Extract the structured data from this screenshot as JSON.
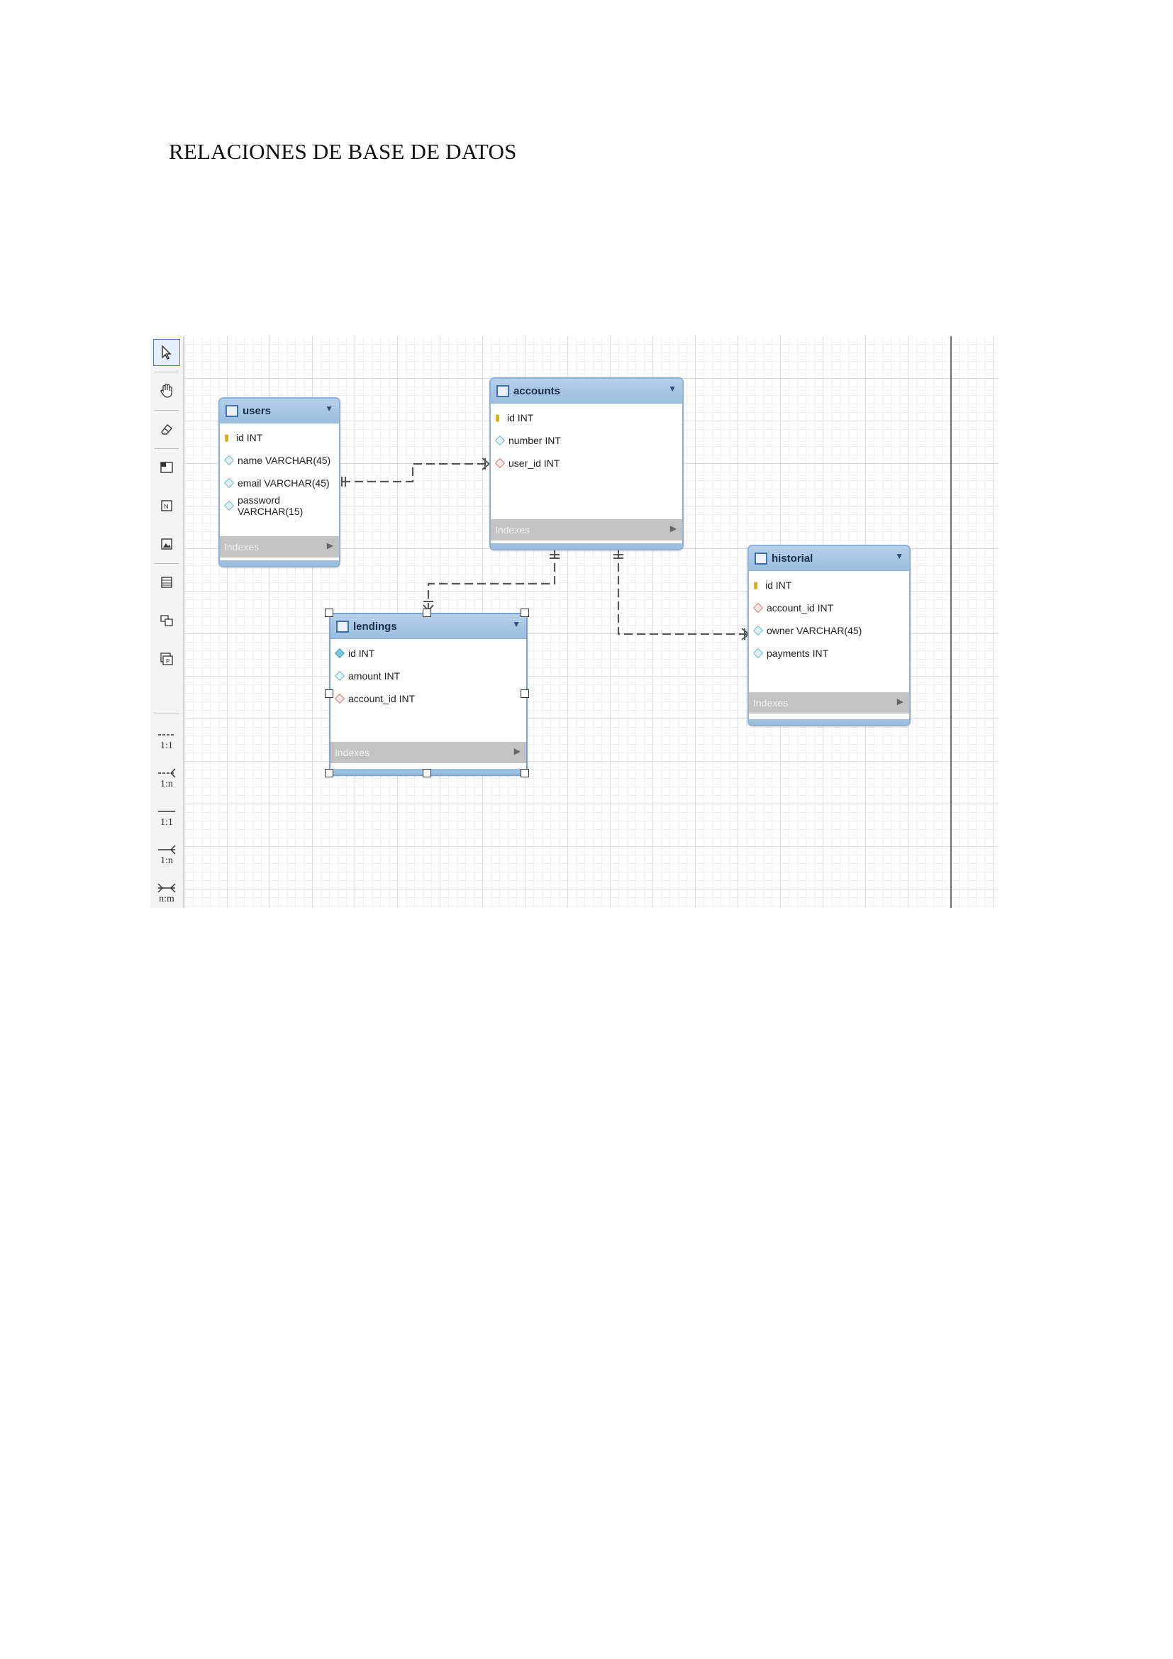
{
  "document": {
    "title": "RELACIONES DE BASE DE DATOS"
  },
  "toolbar": {
    "tools": [
      {
        "name": "pointer-icon",
        "active": true
      },
      {
        "name": "hand-icon"
      },
      {
        "name": "eraser-icon"
      },
      {
        "name": "layer-icon"
      },
      {
        "name": "text-object-icon"
      },
      {
        "name": "image-icon"
      },
      {
        "name": "new-table-icon"
      },
      {
        "name": "new-view-icon"
      },
      {
        "name": "new-routine-group-icon"
      }
    ],
    "relationship_tools": [
      {
        "name": "non-identifying-1-1-icon",
        "label": "1:1"
      },
      {
        "name": "non-identifying-1-n-icon",
        "label": "1:n"
      },
      {
        "name": "identifying-1-1-icon",
        "label": "1:1"
      },
      {
        "name": "identifying-1-n-icon",
        "label": "1:n"
      },
      {
        "name": "n-m-icon",
        "label": "n:m"
      }
    ]
  },
  "entities": {
    "users": {
      "name": "users",
      "fields": [
        {
          "text": "id INT",
          "kind": "pk"
        },
        {
          "text": "name VARCHAR(45)",
          "kind": "col"
        },
        {
          "text": "email VARCHAR(45)",
          "kind": "col"
        },
        {
          "text": "password VARCHAR(15)",
          "kind": "col"
        }
      ],
      "indexes_label": "Indexes"
    },
    "accounts": {
      "name": "accounts",
      "fields": [
        {
          "text": "id INT",
          "kind": "pk"
        },
        {
          "text": "number INT",
          "kind": "col"
        },
        {
          "text": "user_id INT",
          "kind": "fk"
        }
      ],
      "indexes_label": "Indexes"
    },
    "historial": {
      "name": "historial",
      "fields": [
        {
          "text": "id INT",
          "kind": "pk"
        },
        {
          "text": "account_id INT",
          "kind": "fk"
        },
        {
          "text": "owner VARCHAR(45)",
          "kind": "col"
        },
        {
          "text": "payments INT",
          "kind": "col"
        }
      ],
      "indexes_label": "Indexes"
    },
    "lendings": {
      "name": "lendings",
      "fields": [
        {
          "text": "id INT",
          "kind": "colsolid"
        },
        {
          "text": "amount INT",
          "kind": "col"
        },
        {
          "text": "account_id INT",
          "kind": "fk"
        }
      ],
      "indexes_label": "Indexes"
    }
  },
  "relationships": [
    {
      "from": "users",
      "to": "accounts",
      "type": "1:n"
    },
    {
      "from": "accounts",
      "to": "lendings",
      "type": "1:n"
    },
    {
      "from": "accounts",
      "to": "historial",
      "type": "1:n"
    }
  ]
}
